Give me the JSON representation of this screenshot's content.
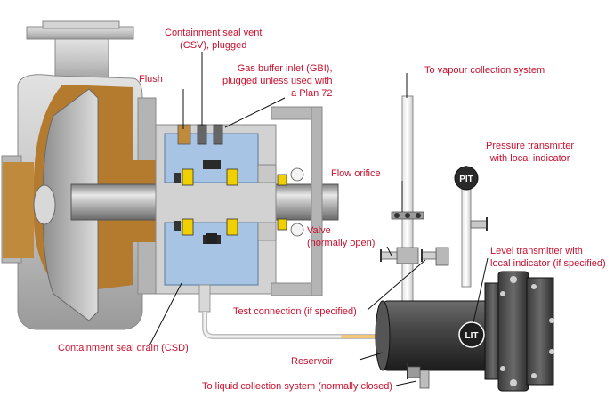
{
  "labels": {
    "csv": "Containment seal vent\n(CSV), plugged",
    "gbi": "Gas buffer inlet (GBI),\nplugged unless used with\na Plan 72",
    "flush": "Flush",
    "vapour": "To vapour collection system",
    "pressure": "Pressure transmitter\nwith local indicator",
    "orifice": "Flow orifice",
    "valve": "Valve\n(normally open)",
    "level": "Level transmitter with\nlocal indicator (if specified)",
    "test": "Test connection (if specified)",
    "csd": "Containment seal drain (CSD)",
    "reservoir": "Reservoir",
    "liquid": "To liquid collection system (normally closed)"
  },
  "instruments": {
    "pit": "PIT",
    "lit": "LIT"
  },
  "colors": {
    "callout": "#c8102e",
    "casing": "#c4c4c4",
    "seal_blue": "#a8c4e4",
    "bronze": "#b47a2e",
    "reservoir": "#3a3a3a",
    "accent_yellow": "#f0d000"
  }
}
